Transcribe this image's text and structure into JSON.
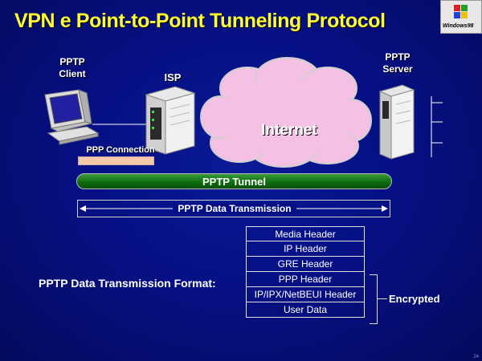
{
  "title": "VPN e Point-to-Point Tunneling Protocol",
  "logo": {
    "text": "Windows98"
  },
  "nodes": {
    "client": "PPTP\nClient",
    "isp": "ISP",
    "internet": "Internet",
    "server": "PPTP\nServer"
  },
  "labels": {
    "ppp_connection": "PPP Connection",
    "tunnel": "PPTP Tunnel",
    "data_transmission": "PPTP Data Transmission"
  },
  "format": {
    "label": "PPTP Data Transmission Format:",
    "layers": [
      "Media Header",
      "IP Header",
      "GRE Header",
      "PPP Header",
      "IP/IPX/NetBEUI Header",
      "User Data"
    ],
    "encrypted_label": "Encrypted"
  },
  "page_number": "24",
  "colors": {
    "background": "#061084",
    "title": "#ffff33",
    "tunnel": "#0d6a0d",
    "cloud": "#f4c0e4",
    "ppp_bar": "#f5c8a8"
  }
}
